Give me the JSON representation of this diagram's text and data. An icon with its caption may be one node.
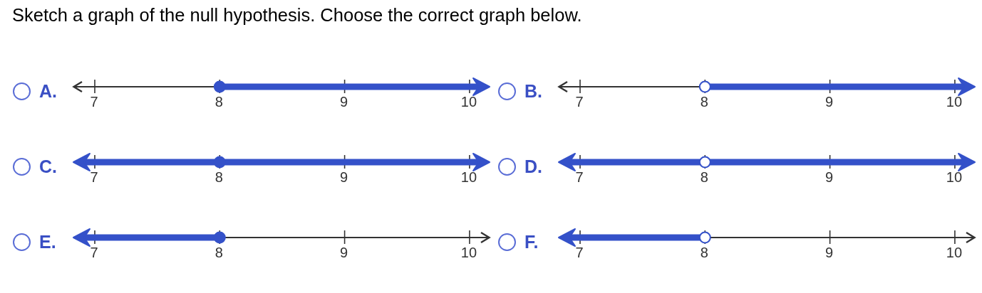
{
  "diagram": {
    "title": "Sketch a graph of the null hypothesis. Choose the correct graph below.",
    "labels": [
      "A.",
      "7",
      "8",
      "9",
      "10",
      "B.",
      "7",
      "8",
      "9",
      "10",
      "C.",
      "7",
      "8",
      "9",
      "10",
      "D.",
      "7",
      "8",
      "9",
      "10",
      "E.",
      "7",
      "8",
      "9",
      "10",
      "F.",
      "7",
      "8",
      "9",
      "10"
    ]
  }
}
